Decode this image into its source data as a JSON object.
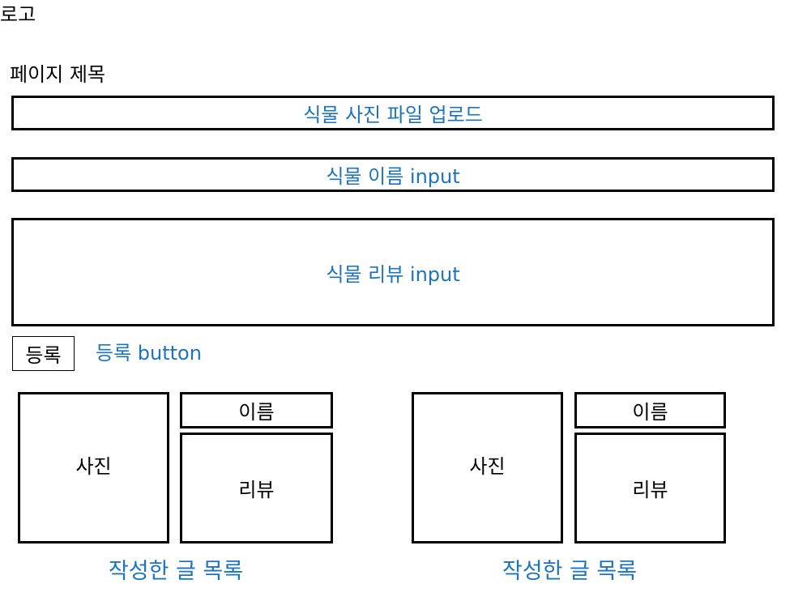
{
  "header": {
    "logo": "로고",
    "page_title": "페이지 제목"
  },
  "form": {
    "photo_upload_label": "식물 사진 파일 업로드",
    "name_input_label": "식물 이름 input",
    "review_input_label": "식물 리뷰 input",
    "register_button": "등록",
    "register_button_note": "등록 button"
  },
  "cards": [
    {
      "photo": "사진",
      "name": "이름",
      "review": "리뷰",
      "caption": "작성한 글 목록"
    },
    {
      "photo": "사진",
      "name": "이름",
      "review": "리뷰",
      "caption": "작성한 글 목록"
    }
  ],
  "colors": {
    "annotation": "#1c74bd",
    "border": "#000000",
    "background": "#ffffff"
  }
}
